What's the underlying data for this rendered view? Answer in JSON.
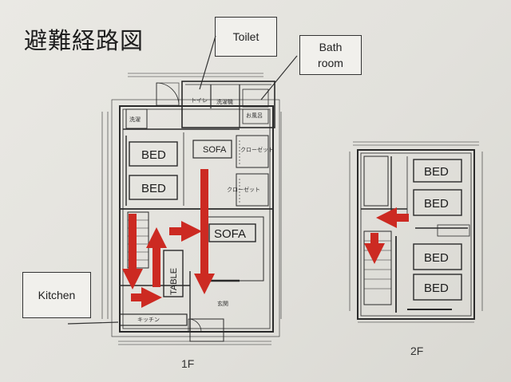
{
  "title": "避難経路図",
  "callouts": {
    "toilet": "Toilet",
    "bath_line1": "Bath",
    "bath_line2": "room",
    "kitchen": "Kitchen"
  },
  "floor1": {
    "label": "1F",
    "rooms": {
      "bed_1": "BED",
      "bed_2": "BED",
      "sofa_1": "SOFA",
      "sofa_2": "SOFA",
      "table": "TABLE",
      "toilet_jp": "トイレ",
      "washroom_jp": "洗濯機",
      "bath_jp": "お風呂",
      "laundry_jp": "洗濯",
      "closet_1": "クローゼット",
      "closet_2": "クローゼット",
      "entrance_jp": "玄関",
      "kitchen_jp": "キッチン"
    }
  },
  "floor2": {
    "label": "2F",
    "rooms": {
      "bed_1": "BED",
      "bed_2": "BED",
      "bed_3": "BED",
      "bed_4": "BED"
    }
  },
  "colors": {
    "arrow": "#cc2a22",
    "wall": "#2a2a2a",
    "paper": "#e8e7e2"
  }
}
